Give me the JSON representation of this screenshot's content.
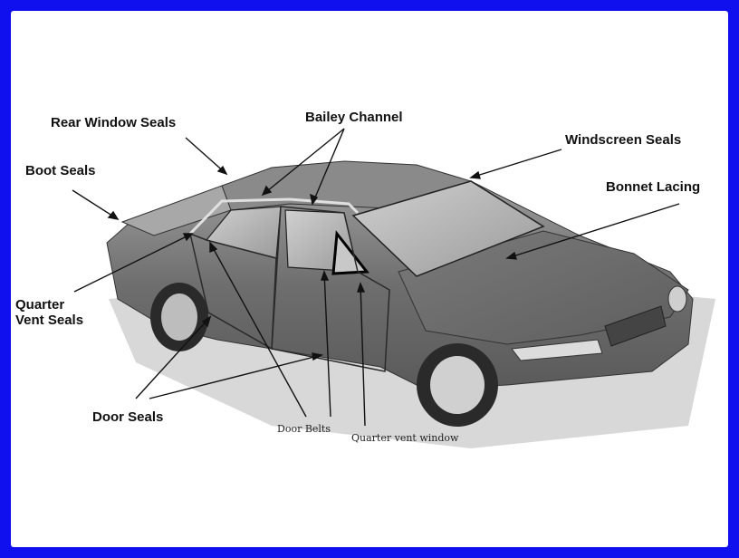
{
  "labels": {
    "rear_window_seals": "Rear Window Seals",
    "bailey_channel": "Bailey Channel",
    "windscreen_seals": "Windscreen Seals",
    "boot_seals": "Boot Seals",
    "bonnet_lacing": "Bonnet Lacing",
    "quarter_vent_seals_line1": "Quarter",
    "quarter_vent_seals_line2": "Vent Seals",
    "door_seals": "Door Seals",
    "door_belts": "Door Belts",
    "quarter_vent_window": "Quarter vent window"
  },
  "colors": {
    "border": "#1010ee",
    "car_body": "#8a8a8a",
    "car_dark": "#4a4a4a",
    "glass": "#bdbdbd",
    "shadow": "#d4d4d4",
    "leader": "#111111"
  }
}
